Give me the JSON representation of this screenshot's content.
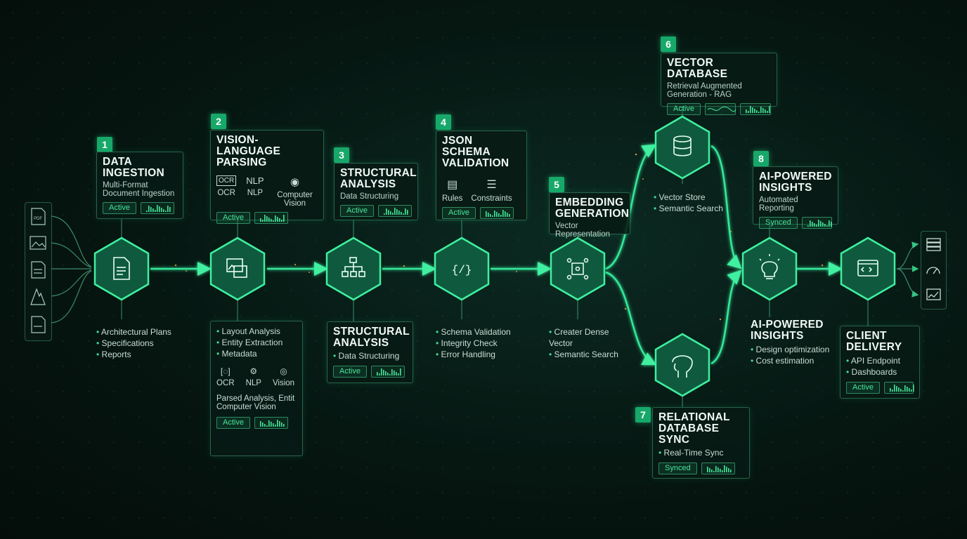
{
  "stage1": {
    "num": "1",
    "title": "DATA INGESTION",
    "subtitle": "Multi-Format Document Ingestion",
    "status": "Active",
    "bullets": [
      "Architectural Plans",
      "Specifications",
      "Reports"
    ]
  },
  "stage2": {
    "num": "2",
    "title": "VISION-LANGUAGE PARSING",
    "status": "Active",
    "icons": [
      {
        "name": "ocr-icon",
        "label": "OCR"
      },
      {
        "name": "nlp-icon",
        "label": "NLP"
      },
      {
        "name": "computer-vision-icon",
        "label": "Computer Vision"
      }
    ],
    "detail": {
      "bullets": [
        "Layout Analysis",
        "Entity Extraction",
        "Metadata"
      ],
      "icons": [
        {
          "name": "ocr-icon",
          "label": "OCR"
        },
        {
          "name": "nlp-icon",
          "label": "NLP"
        },
        {
          "name": "vision-icon",
          "label": "Vision"
        }
      ],
      "note": "Parsed Analysis, Entit Computer Vision",
      "status": "Active"
    }
  },
  "stage3": {
    "num": "3",
    "title": "STRUCTURAL ANALYSIS",
    "subtitle": "Data Structuring",
    "status": "Active",
    "detail": {
      "title": "STRUCTURAL ANALYSIS",
      "bullet": "Data Structuring",
      "status": "Active"
    }
  },
  "stage4": {
    "num": "4",
    "title": "JSON SCHEMA VALIDATION",
    "status": "Active",
    "icons": [
      {
        "name": "rules-icon",
        "label": "Rules"
      },
      {
        "name": "constraints-icon",
        "label": "Constraints"
      }
    ],
    "bullets": [
      "Schema Validation",
      "Integrity Check",
      "Error Handling"
    ]
  },
  "stage5": {
    "num": "5",
    "title": "EMBEDDING GENERATION",
    "subtitle": "Vector Representation",
    "bullets": [
      "Creater Dense Vector",
      "Semantic Search"
    ]
  },
  "stage6": {
    "num": "6",
    "title": "VECTOR DATABASE",
    "subtitle": "Retrieval Augmented Generation - RAG",
    "status": "Active",
    "bullets": [
      "Vector Store",
      "Semantic Search"
    ]
  },
  "stage7": {
    "num": "7",
    "title": "RELATIONAL DATABASE SYNC",
    "bullet": "Real-Time Sync",
    "status": "Synced"
  },
  "stage8": {
    "num": "8",
    "title": "AI-POWERED INSIGHTS",
    "subtitle": "Automated Reporting",
    "status": "Synced",
    "detail": {
      "title": "AI-POWERED INSIGHTS",
      "bullets": [
        "Design optimization",
        "Cost estimation"
      ]
    }
  },
  "delivery": {
    "title": "CLIENT DELIVERY",
    "bullets": [
      "API Endpoint",
      "Dashboards"
    ],
    "status": "Active"
  },
  "input_files": [
    "PDF",
    "",
    "",
    "",
    ""
  ],
  "colors": {
    "accent": "#2fe08f",
    "node": "#0f6b48",
    "panel": "#081a14"
  }
}
